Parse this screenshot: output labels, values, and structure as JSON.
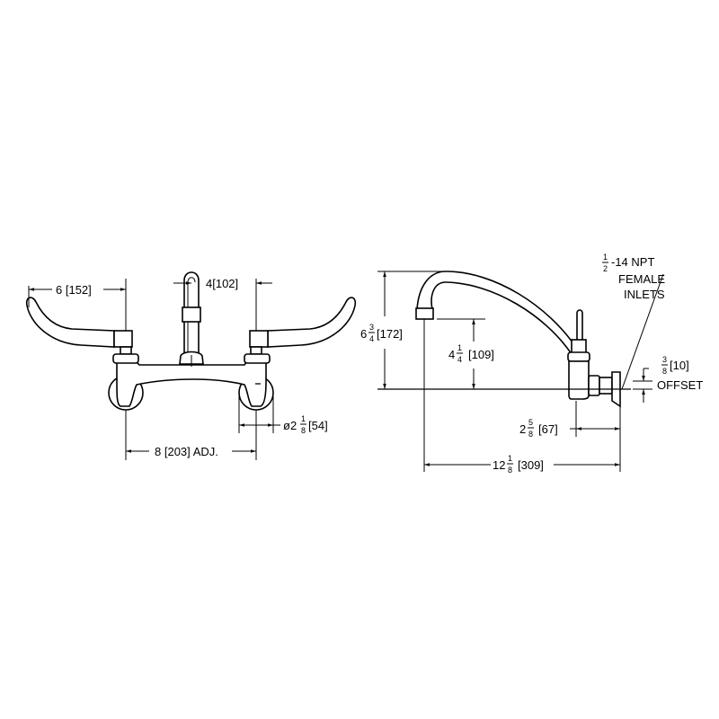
{
  "front_view": {
    "handle_length": {
      "whole": "6",
      "metric": "[152]"
    },
    "spout_offset": {
      "whole": "4",
      "metric": "[102]"
    },
    "centers": {
      "whole": "8",
      "metric": "[203]",
      "suffix": "ADJ."
    },
    "flange_diameter": {
      "symbol": "ø",
      "whole": "2",
      "num": "1",
      "den": "8",
      "metric": "[54]"
    }
  },
  "side_view": {
    "overall_height": {
      "whole": "6",
      "num": "3",
      "den": "4",
      "metric": "[172]"
    },
    "spout_clearance": {
      "whole": "4",
      "num": "1",
      "den": "4",
      "metric": "[109]"
    },
    "inlet_note": {
      "num": "1",
      "den": "2",
      "thread": "-14 NPT",
      "line2": "FEMALE",
      "line3": "INLETS"
    },
    "offset": {
      "num": "3",
      "den": "8",
      "metric": "[10]",
      "label": "OFFSET"
    },
    "wall_to_valve": {
      "whole": "2",
      "num": "5",
      "den": "8",
      "metric": "[67]"
    },
    "spout_reach": {
      "whole": "12",
      "num": "1",
      "den": "8",
      "metric": "[309]"
    }
  }
}
